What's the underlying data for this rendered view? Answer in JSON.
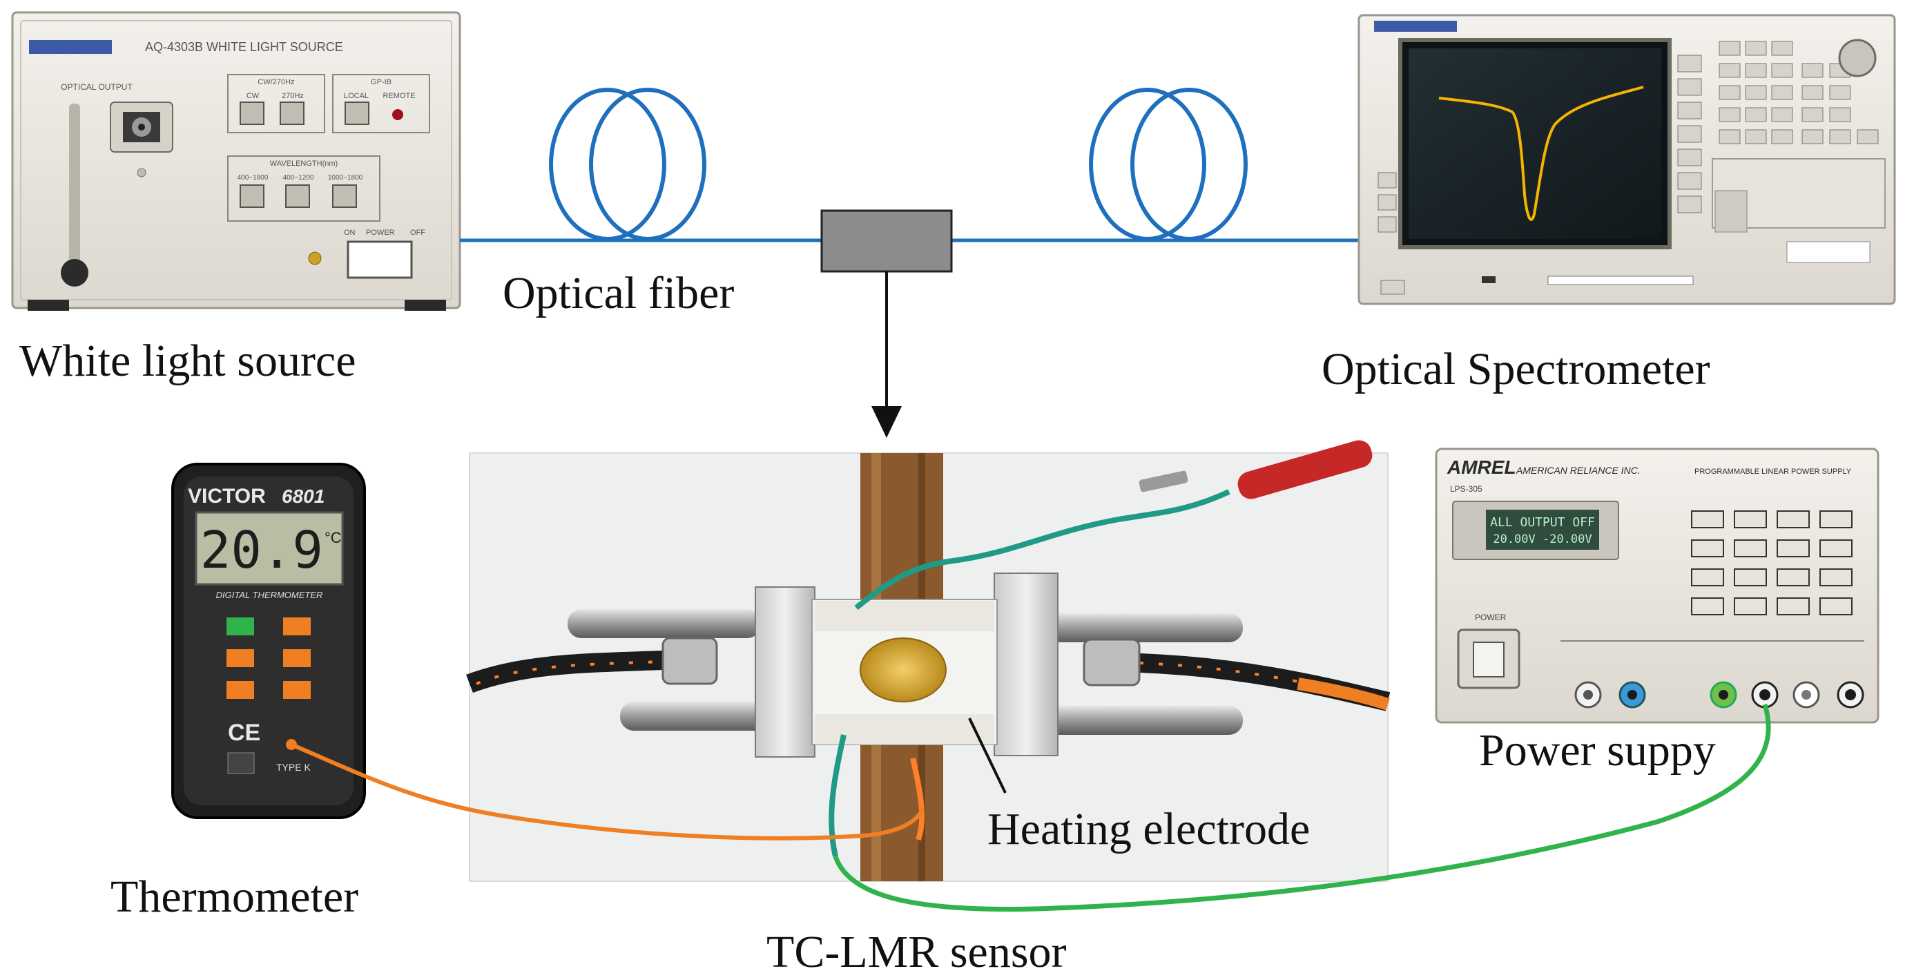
{
  "labels": {
    "white_light_source": "White light source",
    "optical_fiber": "Optical fiber",
    "optical_spectrometer": "Optical Spectrometer",
    "thermometer": "Thermometer",
    "tc_lmr_sensor": "TC-LMR sensor",
    "heating_electrode": "Heating electrode",
    "power_supply": "Power suppy"
  },
  "white_light_source": {
    "model": "AQ-4303B  WHITE LIGHT SOURCE",
    "optical_output": "OPTICAL OUTPUT",
    "cw_group": "CW/270Hz",
    "cw": "CW",
    "hz": "270Hz",
    "gpib_group": "GP-IB",
    "local": "LOCAL",
    "remote": "REMOTE",
    "wavelength_group": "WAVELENGTH(nm)",
    "wl1": "400~1800",
    "wl2": "400~1200",
    "wl3": "1000~1800",
    "power": "POWER",
    "on": "ON",
    "off": "OFF"
  },
  "thermometer": {
    "brand": "VICTOR",
    "model": "6801",
    "reading": "20.9",
    "unit": "°C",
    "subtitle": "DIGITAL  THERMOMETER",
    "ce": "CE",
    "type": "TYPE K"
  },
  "power_supply": {
    "brand": "AMREL",
    "company": "AMERICAN RELIANCE INC.",
    "title": "PROGRAMMABLE LINEAR POWER SUPPLY",
    "model": "LPS-305",
    "lcd_line1": "ALL OUTPUT OFF",
    "lcd_line2": "20.00V  -20.00V",
    "power": "POWER"
  },
  "colors": {
    "fiber": "#1f6fbf",
    "arrow": "#111111",
    "thermo_wire": "#f07e22",
    "power_wire": "#2fb34a",
    "spectrum_curve": "#f5b400",
    "coupler": "#8c8c8c"
  },
  "icons": {
    "fiber_coil": "fiber-coil-icon",
    "coupler": "coupler-icon"
  }
}
